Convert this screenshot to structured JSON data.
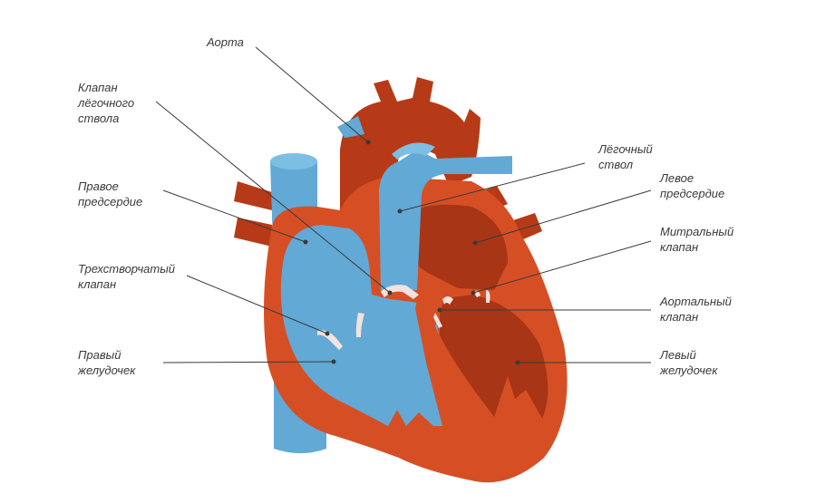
{
  "labels": {
    "aorta": "Аорта",
    "pulmonary_valve": "Клапан\nлёгочного\nствола",
    "right_atrium": "Правое\nпредсердие",
    "tricuspid_valve": "Трехстворчатый\nклапан",
    "right_ventricle": "Правый\nжелудочек",
    "pulmonary_trunk": "Лёгочный\nствол",
    "left_atrium": "Левое\nпредсердие",
    "mitral_valve": "Митральный\nклапан",
    "aortic_valve": "Аортальный\nклапан",
    "left_ventricle": "Левый\nжелудочек"
  },
  "colors": {
    "heart_wall": "#d64f24",
    "dark_red": "#b63a17",
    "deep_red": "#a83515",
    "blue_vessel": "#62a9d6",
    "light_blue": "#7cbfe3",
    "valve": "#f3e2de",
    "leader": "#3a3a3a"
  }
}
